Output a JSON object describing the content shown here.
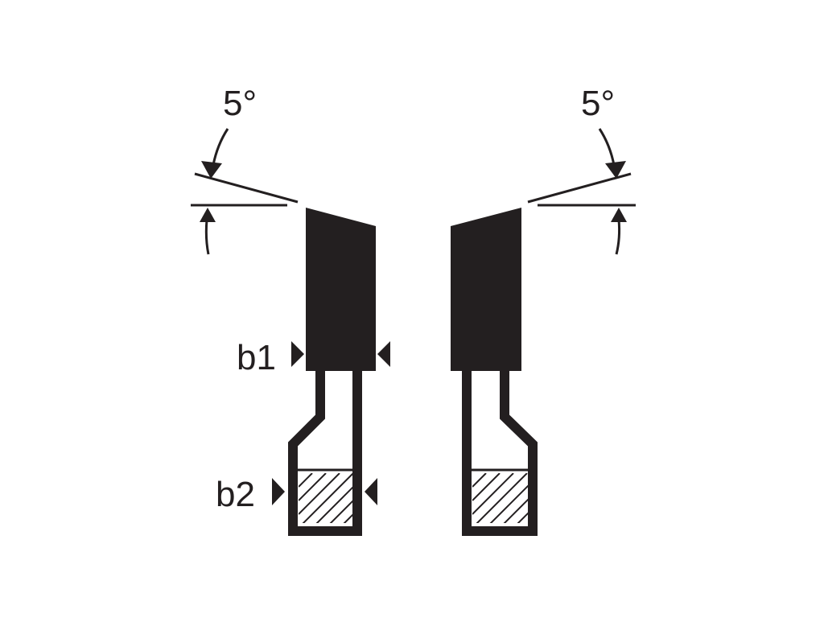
{
  "labels": {
    "angle_left": "5°",
    "angle_right": "5°",
    "width_tooth": "b1",
    "width_body": "b2"
  },
  "colors": {
    "ink": "#231f20",
    "background": "#ffffff"
  }
}
